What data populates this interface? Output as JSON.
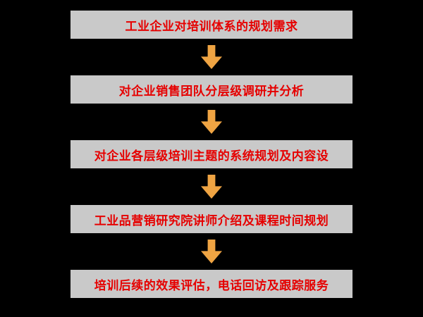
{
  "diagram": {
    "title": "training-process-flowchart",
    "steps": [
      {
        "label": "工业企业对培训体系的规划需求"
      },
      {
        "label": "对企业销售团队分层级调研并分析"
      },
      {
        "label": "对企业各层级培训主题的系统规划及内容设"
      },
      {
        "label": "工业品营销研究院讲师介绍及课程时间规划"
      },
      {
        "label": "培训后续的效果评估，电话回访及跟踪服务"
      }
    ],
    "colors": {
      "background": "#000000",
      "box_fill": "#C9C9C9",
      "text": "#E60000",
      "arrow": "#EFA443"
    }
  }
}
